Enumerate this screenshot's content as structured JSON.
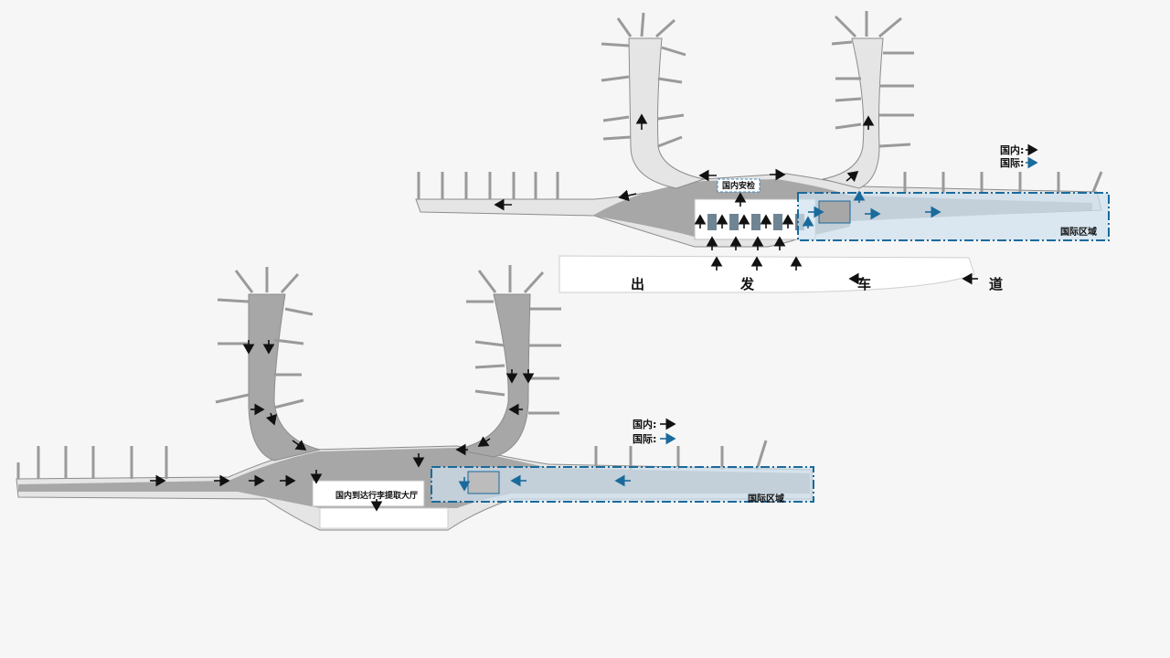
{
  "departure_plan": {
    "legend": {
      "domestic": "国内:",
      "international": "国际:"
    },
    "security_label": "国内安检",
    "international_zone_label": "国际区域",
    "road_chars": [
      "出",
      "发",
      "车",
      "道"
    ]
  },
  "arrival_plan": {
    "legend": {
      "domestic": "国内:",
      "international": "国际:"
    },
    "baggage_hall_label": "国内到达行李提取大厅",
    "international_zone_label": "国际区域"
  },
  "colors": {
    "floor": "#a7a7a7",
    "outline": "#8c8c8c",
    "domestic_arrow": "#111111",
    "international_arrow": "#1a6a9c",
    "international_zone_border": "#1a6a9c",
    "international_zone_fill": "#cfe0ee"
  }
}
